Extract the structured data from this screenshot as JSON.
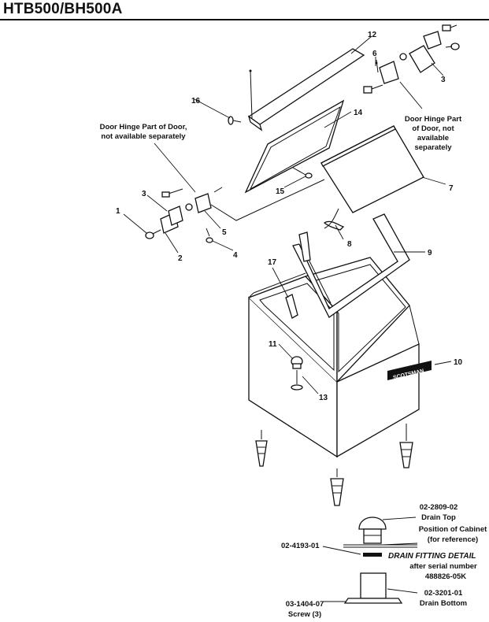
{
  "page": {
    "title": "HTB500/BH500A"
  },
  "callouts": [
    {
      "n": "1"
    },
    {
      "n": "2"
    },
    {
      "n": "3"
    },
    {
      "n": "3"
    },
    {
      "n": "4"
    },
    {
      "n": "5"
    },
    {
      "n": "6"
    },
    {
      "n": "7"
    },
    {
      "n": "8"
    },
    {
      "n": "9"
    },
    {
      "n": "10"
    },
    {
      "n": "11"
    },
    {
      "n": "12"
    },
    {
      "n": "13"
    },
    {
      "n": "14"
    },
    {
      "n": "15"
    },
    {
      "n": "16"
    },
    {
      "n": "17"
    }
  ],
  "notes": {
    "left_hinge": [
      "Door Hinge Part of Door,",
      "not available separately"
    ],
    "right_hinge": [
      "Door Hinge Part",
      "of Door, not",
      "available",
      "separately"
    ]
  },
  "brand_plate": "SCOTSMAN",
  "drain_detail": {
    "title": "DRAIN FITTING DETAIL",
    "serial_note": [
      "after serial number",
      "488826-05K"
    ],
    "drain_top_part": "02-2809-02",
    "drain_top_label": "Drain Top",
    "drain_top_note": [
      "Position of Cabinet",
      "(for reference)"
    ],
    "gasket_part": "02-4193-01",
    "bottom_part": "02-3201-01",
    "bottom_label": "Drain Bottom",
    "screw_part": "03-1404-07",
    "screw_label": "Screw (3)"
  }
}
